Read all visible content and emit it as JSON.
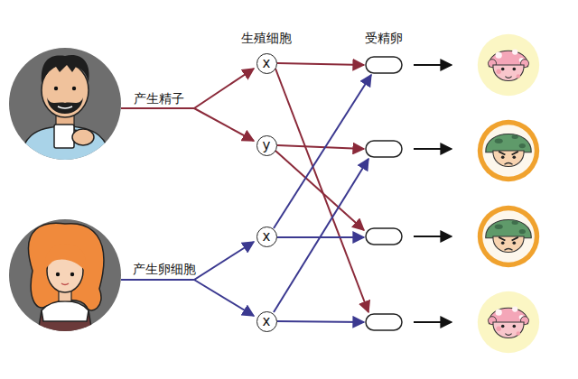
{
  "diagram": {
    "nodes": [
      {
        "text": [
          "x"
        ]
      },
      {
        "text": [
          "y"
        ]
      },
      {
        "text": [
          "x"
        ]
      },
      {
        "text": [
          "x"
        ]
      }
    ],
    "labels": [
      "产生精子",
      "产生卵细胞",
      "生殖细胞",
      "受精卵"
    ]
  }
}
